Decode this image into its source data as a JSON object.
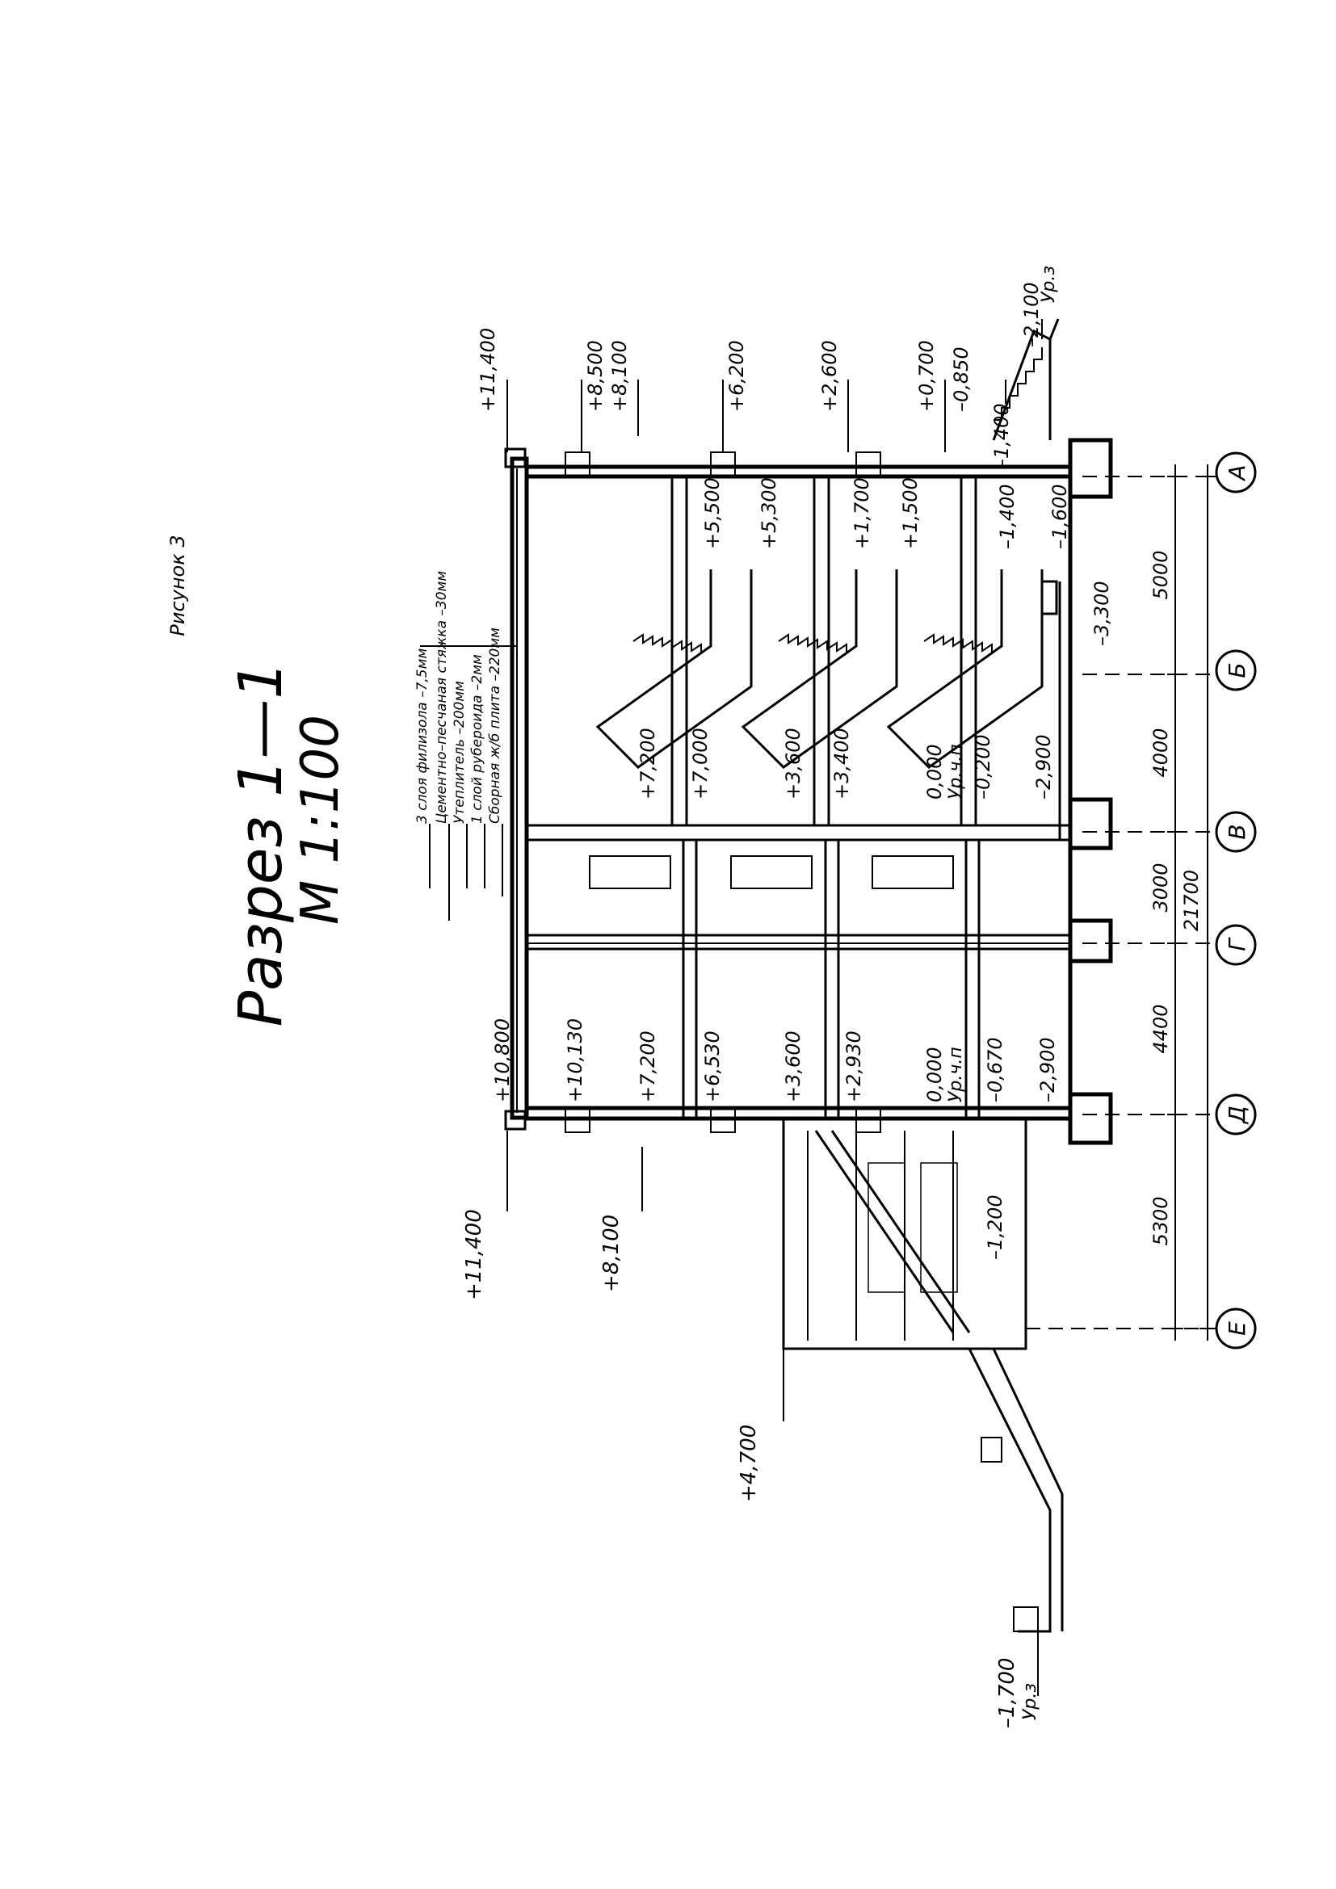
{
  "figure_label": "Рисунок 3",
  "title": "Разрез 1—1",
  "scale": "М 1:100",
  "roof_layers": [
    "3 слоя филизола –7,5мм",
    "Цементно–песчаная стяжка –30мм",
    "Утеплитель –200мм",
    "1 слой рубероида –2мм",
    "Сборная ж/б плита –220мм"
  ],
  "axes": [
    "А",
    "Б",
    "В",
    "Г",
    "Д",
    "Е"
  ],
  "spans": [
    "5000",
    "4000",
    "3000",
    "4400",
    "5300"
  ],
  "total_dimension": "21700",
  "ground_label": "Ур.з",
  "floor_label": "Ур.ч.п",
  "elevations": {
    "upper_right": [
      "+11,400",
      "+8,500",
      "+8,100",
      "+6,200",
      "+2,600",
      "+0,700",
      "–0,850",
      "–1,400",
      "–2,100"
    ],
    "left_stair": [
      "+5,500",
      "+5,300",
      "+1,700",
      "+1,500",
      "–1,400",
      "–1,600",
      "–3,300"
    ],
    "mid_stair": [
      "+7,200",
      "+7,000",
      "+3,600",
      "+3,400",
      "0,000",
      "–0,200",
      "–2,900"
    ],
    "center": [
      "+10,800",
      "+10,130",
      "+7,200",
      "+6,530",
      "+3,600",
      "+2,930",
      "0,000",
      "–0,670",
      "–2,900"
    ],
    "lower_left": [
      "+11,400",
      "+8,100",
      "+4,700",
      "–1,200",
      "–1,700"
    ]
  }
}
